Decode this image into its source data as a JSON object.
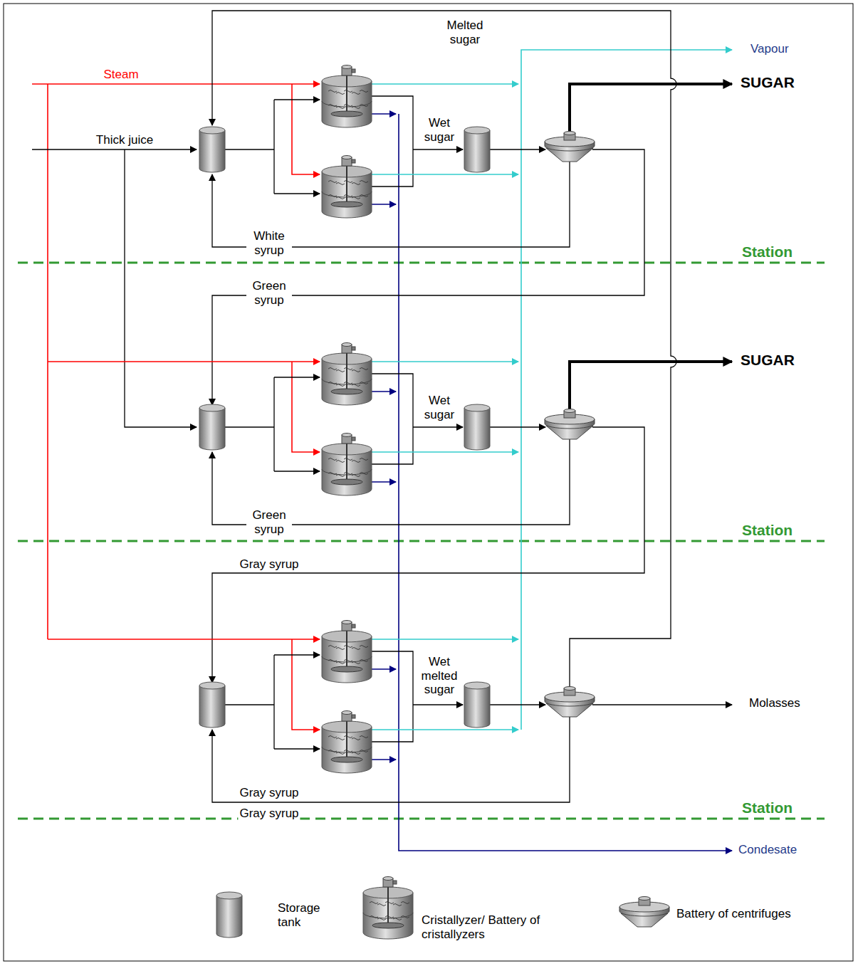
{
  "diagram": {
    "labels": [
      "Melted sugar",
      "Vapour",
      "Steam",
      "SUGAR",
      "Thick juice",
      "Wet sugar",
      "White syrup",
      "Station",
      "Green syrup",
      "SUGAR",
      "Wet sugar",
      "Green syrup",
      "Station",
      "Gray syrup",
      "Gray syrup",
      "Wet melted sugar",
      "Molasses",
      "Gray syrup",
      "Station",
      "Condesate"
    ],
    "legend": [
      {
        "text": "Storage tank"
      },
      {
        "text": "Cristallyzer/ Battery of cristallyzers"
      },
      {
        "text": "Battery of centrifuges"
      }
    ]
  }
}
